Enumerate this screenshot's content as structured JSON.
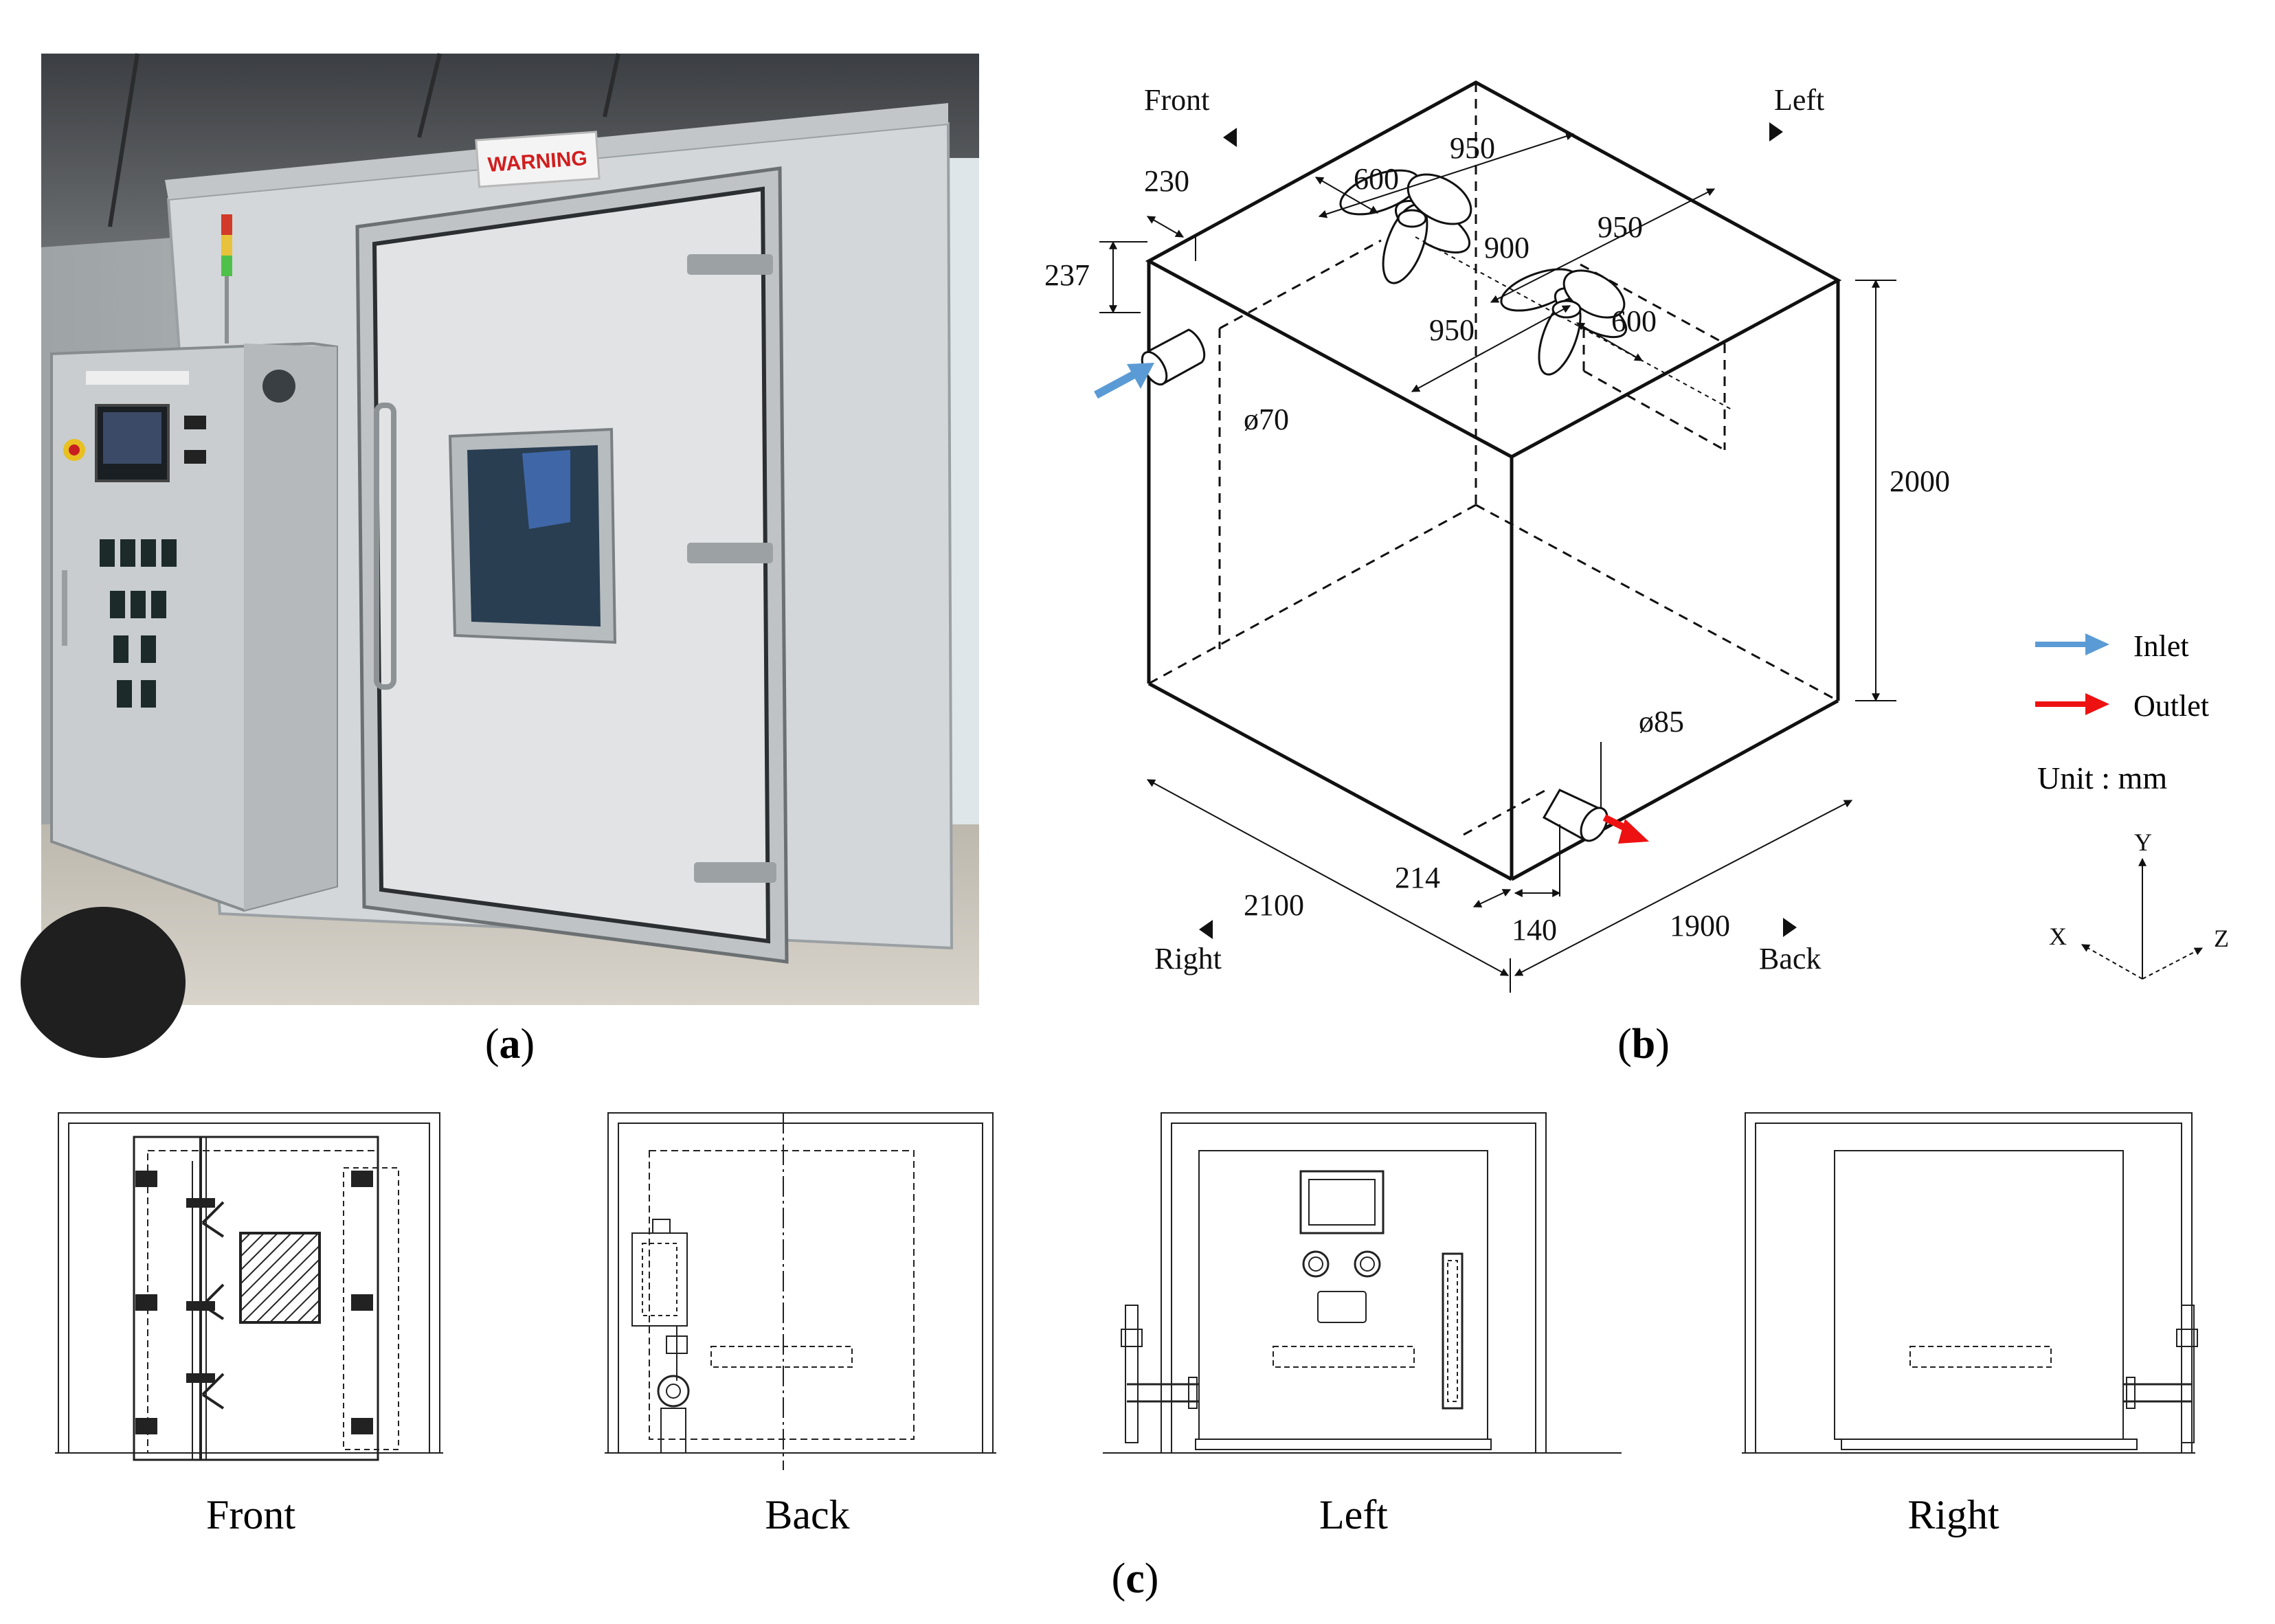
{
  "panel_labels": {
    "a": "a",
    "b": "b",
    "c": "c"
  },
  "photo": {
    "warning_sign": "WARNING"
  },
  "iso": {
    "dir_front": "Front",
    "dir_left": "Left",
    "dir_right": "Right",
    "dir_back": "Back",
    "dim_230": "230",
    "dim_237": "237",
    "dim_inlet_dia": "ø70",
    "dim_fan1_600": "600",
    "dim_fan1_950": "950",
    "dim_900": "900",
    "dim_fan2_950": "950",
    "dim_fan2_600": "600",
    "dim_950_lower": "950",
    "dim_height": "2000",
    "dim_outlet_dia": "ø85",
    "dim_214": "214",
    "dim_140": "140",
    "dim_width": "2100",
    "dim_depth": "1900"
  },
  "legend": {
    "inlet": "Inlet",
    "outlet": "Outlet",
    "inlet_color": "#5b9bd5",
    "outlet_color": "#ee1111",
    "unit": "Unit : mm"
  },
  "axes": {
    "y": "Y",
    "x": "X",
    "z": "Z"
  },
  "views": {
    "front": "Front",
    "back": "Back",
    "left": "Left",
    "right": "Right"
  }
}
